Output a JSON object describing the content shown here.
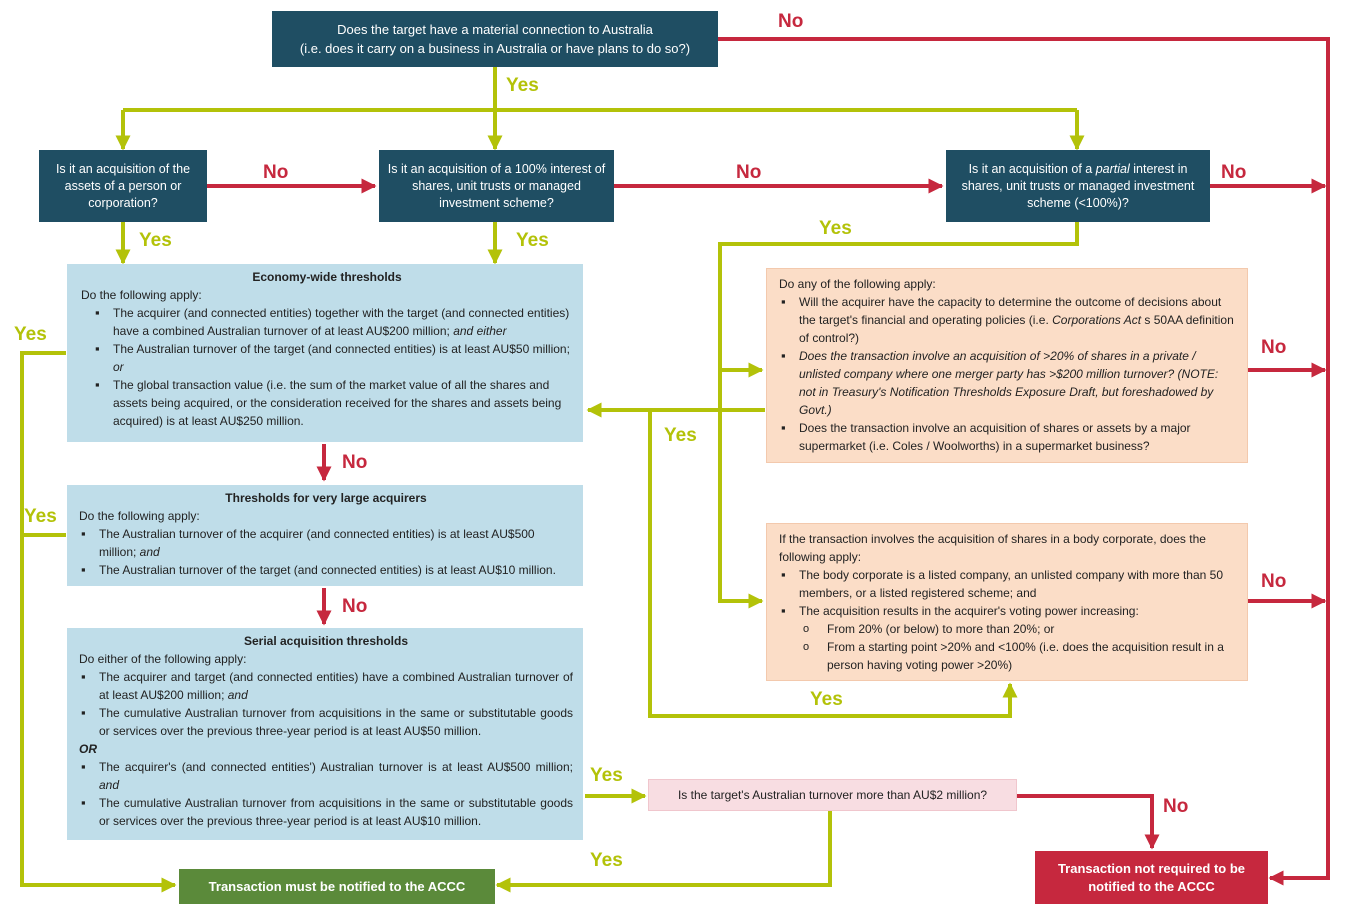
{
  "labels": {
    "yes": "Yes",
    "no": "No"
  },
  "colors": {
    "navy": "#1f4e63",
    "yes": "#b3c209",
    "no": "#c6283e",
    "blue_box": "#bfdde9",
    "peach_box": "#fbddc7",
    "notify": "#5b8a3a",
    "not_required": "#c6283e"
  },
  "q1": {
    "line1": "Does the target have a material connection to Australia",
    "line2": "(i.e. does it carry on a business in Australia or have plans to do so?)"
  },
  "q_assets": "Is it an acquisition of the assets of a person or corporation?",
  "q_full": "Is it an acquisition of a 100% interest of shares, unit trusts or managed investment scheme?",
  "q_partial": {
    "pre": "Is it an acquisition of a ",
    "em": "partial",
    "post": " interest in shares, unit trusts or managed investment scheme (<100%)?"
  },
  "economy": {
    "title": "Economy-wide thresholds",
    "intro": "Do the following apply:",
    "b1": "The acquirer (and connected entities) together with the target (and connected entities) have a combined Australian turnover of at least AU$200 million;",
    "b1_em": " and either",
    "b2": "The Australian turnover of the target (and connected entities) is at least AU$50 million;",
    "b2_em": " or",
    "b3": "The global transaction value (i.e. the sum of the market value of all the shares and assets being acquired, or the consideration received for the shares and assets being acquired) is at least AU$250 million."
  },
  "large": {
    "title": "Thresholds for very large acquirers",
    "intro": "Do the following apply:",
    "b1": "The Australian turnover of the acquirer (and connected entities) is at least AU$500 million;",
    "b1_em": " and",
    "b2": "The Australian turnover of the target (and connected entities) is at least AU$10 million."
  },
  "serial": {
    "title": "Serial acquisition thresholds",
    "intro": "Do either of the following apply:",
    "b1": "The acquirer and target (and connected entities) have a combined Australian turnover of at least AU$200 million;",
    "b1_em": " and",
    "b2": "The cumulative Australian turnover from acquisitions in the same or substitutable goods or services over the previous three-year period is at least AU$50 million.",
    "or": "OR",
    "b3": "The acquirer's (and connected entities') Australian turnover is at least AU$500 million;",
    "b3_em": "and",
    "b4": "The cumulative Australian turnover from acquisitions in the same or substitutable goods or services over the previous three-year period is at least AU$10 million."
  },
  "control": {
    "intro": "Do any of the following apply:",
    "b1_pre": "Will the acquirer have the capacity to determine the outcome of decisions about the target's financial and operating policies (i.e. ",
    "b1_em": "Corporations Act",
    "b1_post": " s 50AA definition of control?)",
    "b2": "Does the transaction involve an acquisition of >20% of shares in a private / unlisted company where one merger party has >$200 million turnover? (NOTE: not in Treasury's Notification Thresholds Exposure Draft, but foreshadowed by Govt.)",
    "b3": "Does the transaction involve an acquisition of shares or assets by a major supermarket (i.e. Coles / Woolworths) in a supermarket business?"
  },
  "voting": {
    "intro": "If the transaction involves the acquisition of shares in a body corporate, does the following apply:",
    "b1": "The body corporate is a listed company, an unlisted company with more than 50 members, or a listed registered scheme; and",
    "b2": "The acquisition results in the acquirer's voting power increasing:",
    "s1": "From 20% (or below) to more than 20%; or",
    "s2": "From a starting point >20% and <100% (i.e. does the acquisition result in a person having voting power >20%)"
  },
  "q_turnover": "Is the target's Australian turnover more than AU$2 million?",
  "notify": "Transaction must be notified to the ACCC",
  "not_required": "Transaction not required to be notified to the ACCC"
}
